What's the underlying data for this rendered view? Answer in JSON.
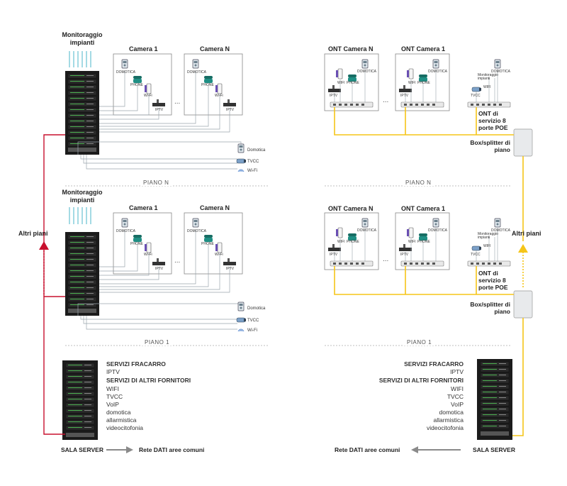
{
  "left": {
    "monitoring_title": "Monitoraggio impianti",
    "room_first": "Camera 1",
    "room_last": "Camera N",
    "device_domotica": "DOMOTICA",
    "device_phone": "PHONE",
    "device_wifi": "Wi-Fi",
    "device_iptv": "IPTV",
    "ellipsis": "...",
    "ext_domotica": "Domotica",
    "ext_tvcc": "TVCC",
    "ext_wifi": "Wi-Fi",
    "floor_top": "PIANO N",
    "floor_bottom": "PIANO 1",
    "altri_piani": "Altri piani",
    "server_label": "SALA SERVER",
    "network_label": "Rete DATI aree comuni"
  },
  "right": {
    "ont_first": "ONT Camera N",
    "ont_second": "ONT Camera 1",
    "device_domotica": "DOMOTICA",
    "device_phone": "PHONE",
    "device_wifi": "WIFI",
    "device_iptv": "IPTV",
    "service_domotica": "DOMOTICA",
    "service_monitor": "Monitoraggio impianti",
    "service_wifi": "WIFI",
    "service_tvcc": "TVCC",
    "ont_service": "ONT di servizio 8 porte POE",
    "box_splitter": "Box/splitter di piano",
    "floor_top": "PIANO N",
    "floor_bottom": "PIANO 1",
    "altri_piani": "Altri piani",
    "server_label": "SALA SERVER",
    "network_label": "Rete DATI aree comuni",
    "ellipsis": "..."
  },
  "services": {
    "heading_fracarro": "SERVIZI FRACARRO",
    "fracarro_items": [
      "IPTV"
    ],
    "heading_others": "SERVIZI DI ALTRI FORNITORI",
    "other_items": [
      "WIFI",
      "TVCC",
      "VoIP",
      "domotica",
      "allarmistica",
      "videocitofonia"
    ]
  },
  "colors": {
    "red": "#c8102e",
    "yellow": "#f5c518",
    "cable": "#9aa5ad",
    "rack": "#1b1b1b",
    "arrow_gray": "#8a8a8a"
  }
}
